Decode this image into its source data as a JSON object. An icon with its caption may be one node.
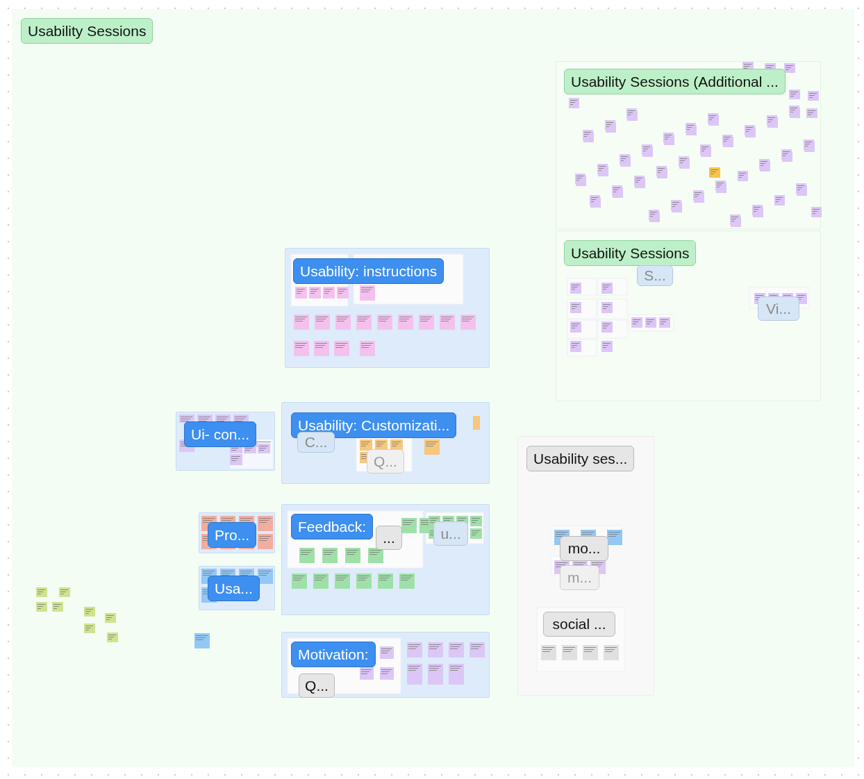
{
  "diagram": {
    "nodes": [
      {
        "text": [
          "Usability Sessions"
        ]
      },
      {
        "text": [
          "Usability Sessions (Additional ..."
        ],
        "in": 0
      },
      {
        "text": [
          "Usability Sessions"
        ],
        "in": 0
      },
      {
        "text": [
          "S..."
        ],
        "in": 2
      },
      {
        "text": [
          "Vi..."
        ],
        "in": 2
      },
      {
        "text": [
          "Usability: instructions"
        ],
        "in": 0
      },
      {
        "text": [
          "Ui- con..."
        ],
        "in": 0
      },
      {
        "text": [
          "Usability: Customizati..."
        ],
        "in": 0
      },
      {
        "text": [
          "C..."
        ],
        "in": 7
      },
      {
        "text": [
          "Q..."
        ],
        "in": 7
      },
      {
        "text": [
          "Usability ses..."
        ],
        "in": 0
      },
      {
        "text": [
          "mo..."
        ],
        "in": 10
      },
      {
        "text": [
          "m..."
        ],
        "in": 10
      },
      {
        "text": [
          "social ..."
        ],
        "in": 10
      },
      {
        "text": [
          "Pro..."
        ],
        "in": 0
      },
      {
        "text": [
          "Usa..."
        ],
        "in": 0
      },
      {
        "text": [
          "Feedback:"
        ],
        "in": 0
      },
      {
        "text": [
          "..."
        ],
        "in": 16
      },
      {
        "text": [
          "u..."
        ],
        "in": 16
      },
      {
        "text": [
          "Motivation:"
        ],
        "in": 0
      },
      {
        "text": [
          "Q..."
        ],
        "in": 19
      }
    ]
  }
}
